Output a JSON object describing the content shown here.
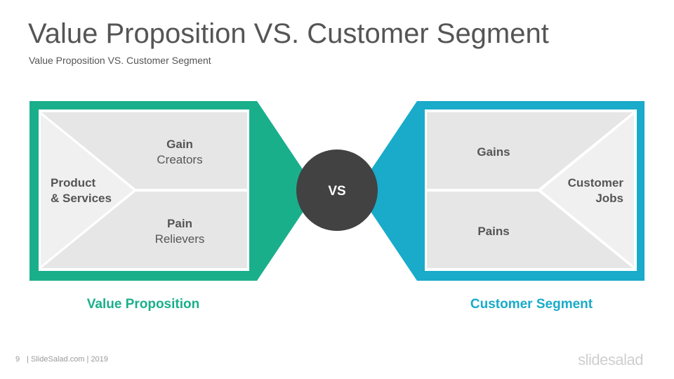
{
  "header": {
    "title": "Value Proposition VS. Customer Segment",
    "subtitle": "Value Proposition VS. Customer Segment"
  },
  "colors": {
    "value_proposition": "#1aaf8b",
    "customer_segment": "#19abc9",
    "vs_circle": "#424242",
    "section_fill": "#e6e6e6",
    "section_fill_light": "#f0f0f0",
    "text": "#555555"
  },
  "value_proposition": {
    "label": "Value Proposition",
    "gain_creators": {
      "line1": "Gain",
      "line2": "Creators"
    },
    "pain_relievers": {
      "line1": "Pain",
      "line2": "Relievers"
    },
    "products_services": {
      "line1": "Product",
      "line2": "& Services"
    }
  },
  "vs_label": "VS",
  "customer_segment": {
    "label": "Customer Segment",
    "gains": "Gains",
    "pains": "Pains",
    "customer_jobs": {
      "line1": "Customer",
      "line2": "Jobs"
    }
  },
  "footer": {
    "page_number": "9",
    "credit": "| SlideSalad.com | 2019",
    "watermark": "slidesalad"
  }
}
